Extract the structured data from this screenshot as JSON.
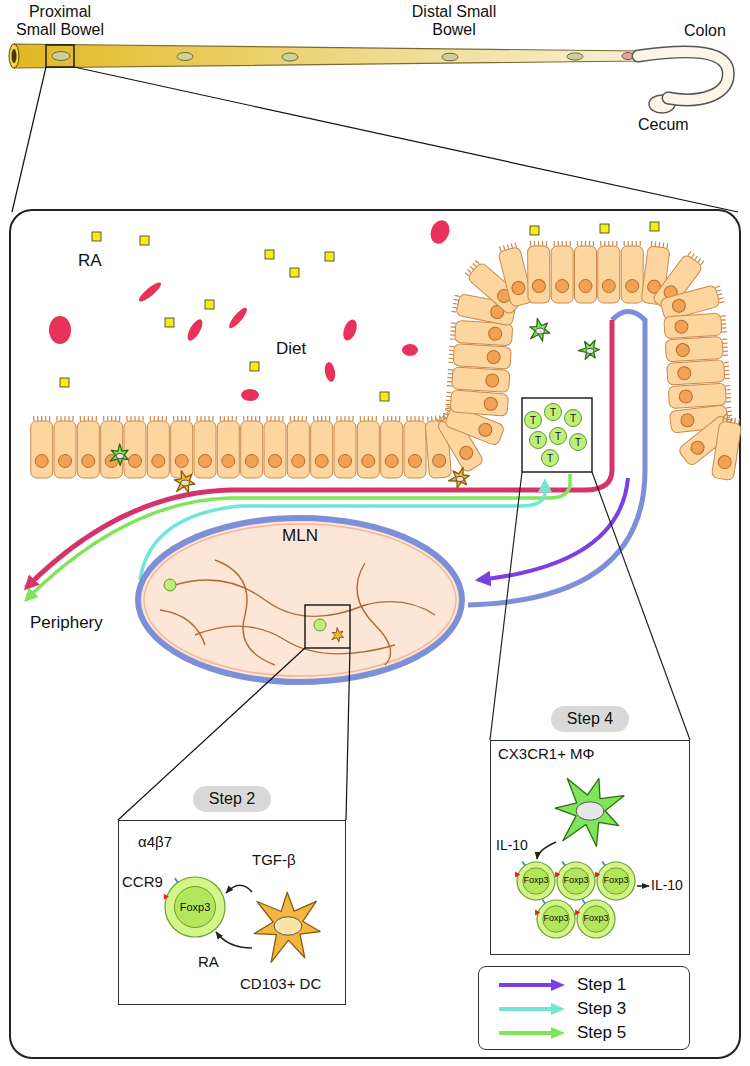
{
  "diagram": {
    "nodes": [
      {
        "text": [
          "T"
        ]
      },
      {
        "text": [
          "T"
        ]
      },
      {
        "text": [
          "T"
        ]
      },
      {
        "text": [
          "T"
        ]
      },
      {
        "text": [
          "T"
        ]
      },
      {
        "text": [
          "T"
        ]
      },
      {
        "text": [
          "T"
        ]
      },
      {
        "text": [
          "MLN"
        ]
      },
      {
        "text": [
          "Step 4"
        ]
      },
      {
        "text": [
          "Foxp3"
        ],
        "in": 8
      },
      {
        "text": [
          "Foxp3"
        ],
        "in": 8
      },
      {
        "text": [
          "Foxp3"
        ],
        "in": 8
      },
      {
        "text": [
          "Foxp3"
        ],
        "in": 8
      },
      {
        "text": [
          "Foxp3"
        ],
        "in": 8
      },
      {
        "text": [
          "Step 2"
        ]
      },
      {
        "text": [
          "Foxp3"
        ],
        "in": 14
      }
    ],
    "labels": [
      "Proximal Small Bowel",
      "Distal Small Bowel",
      "Colon",
      "Cecum",
      "RA",
      "Diet",
      "Periphery",
      "CX3CR1+ MΦ",
      "IL-10",
      "IL-10",
      "α4β7",
      "CCR9",
      "TGF-β",
      "RA",
      "CD103+ DC"
    ],
    "legend": [
      {
        "text": "Step 1",
        "color": "#7b3fe4"
      },
      {
        "text": "Step 3",
        "color": "#72e6d6"
      },
      {
        "text": "Step 5",
        "color": "#7fe65a"
      }
    ]
  }
}
